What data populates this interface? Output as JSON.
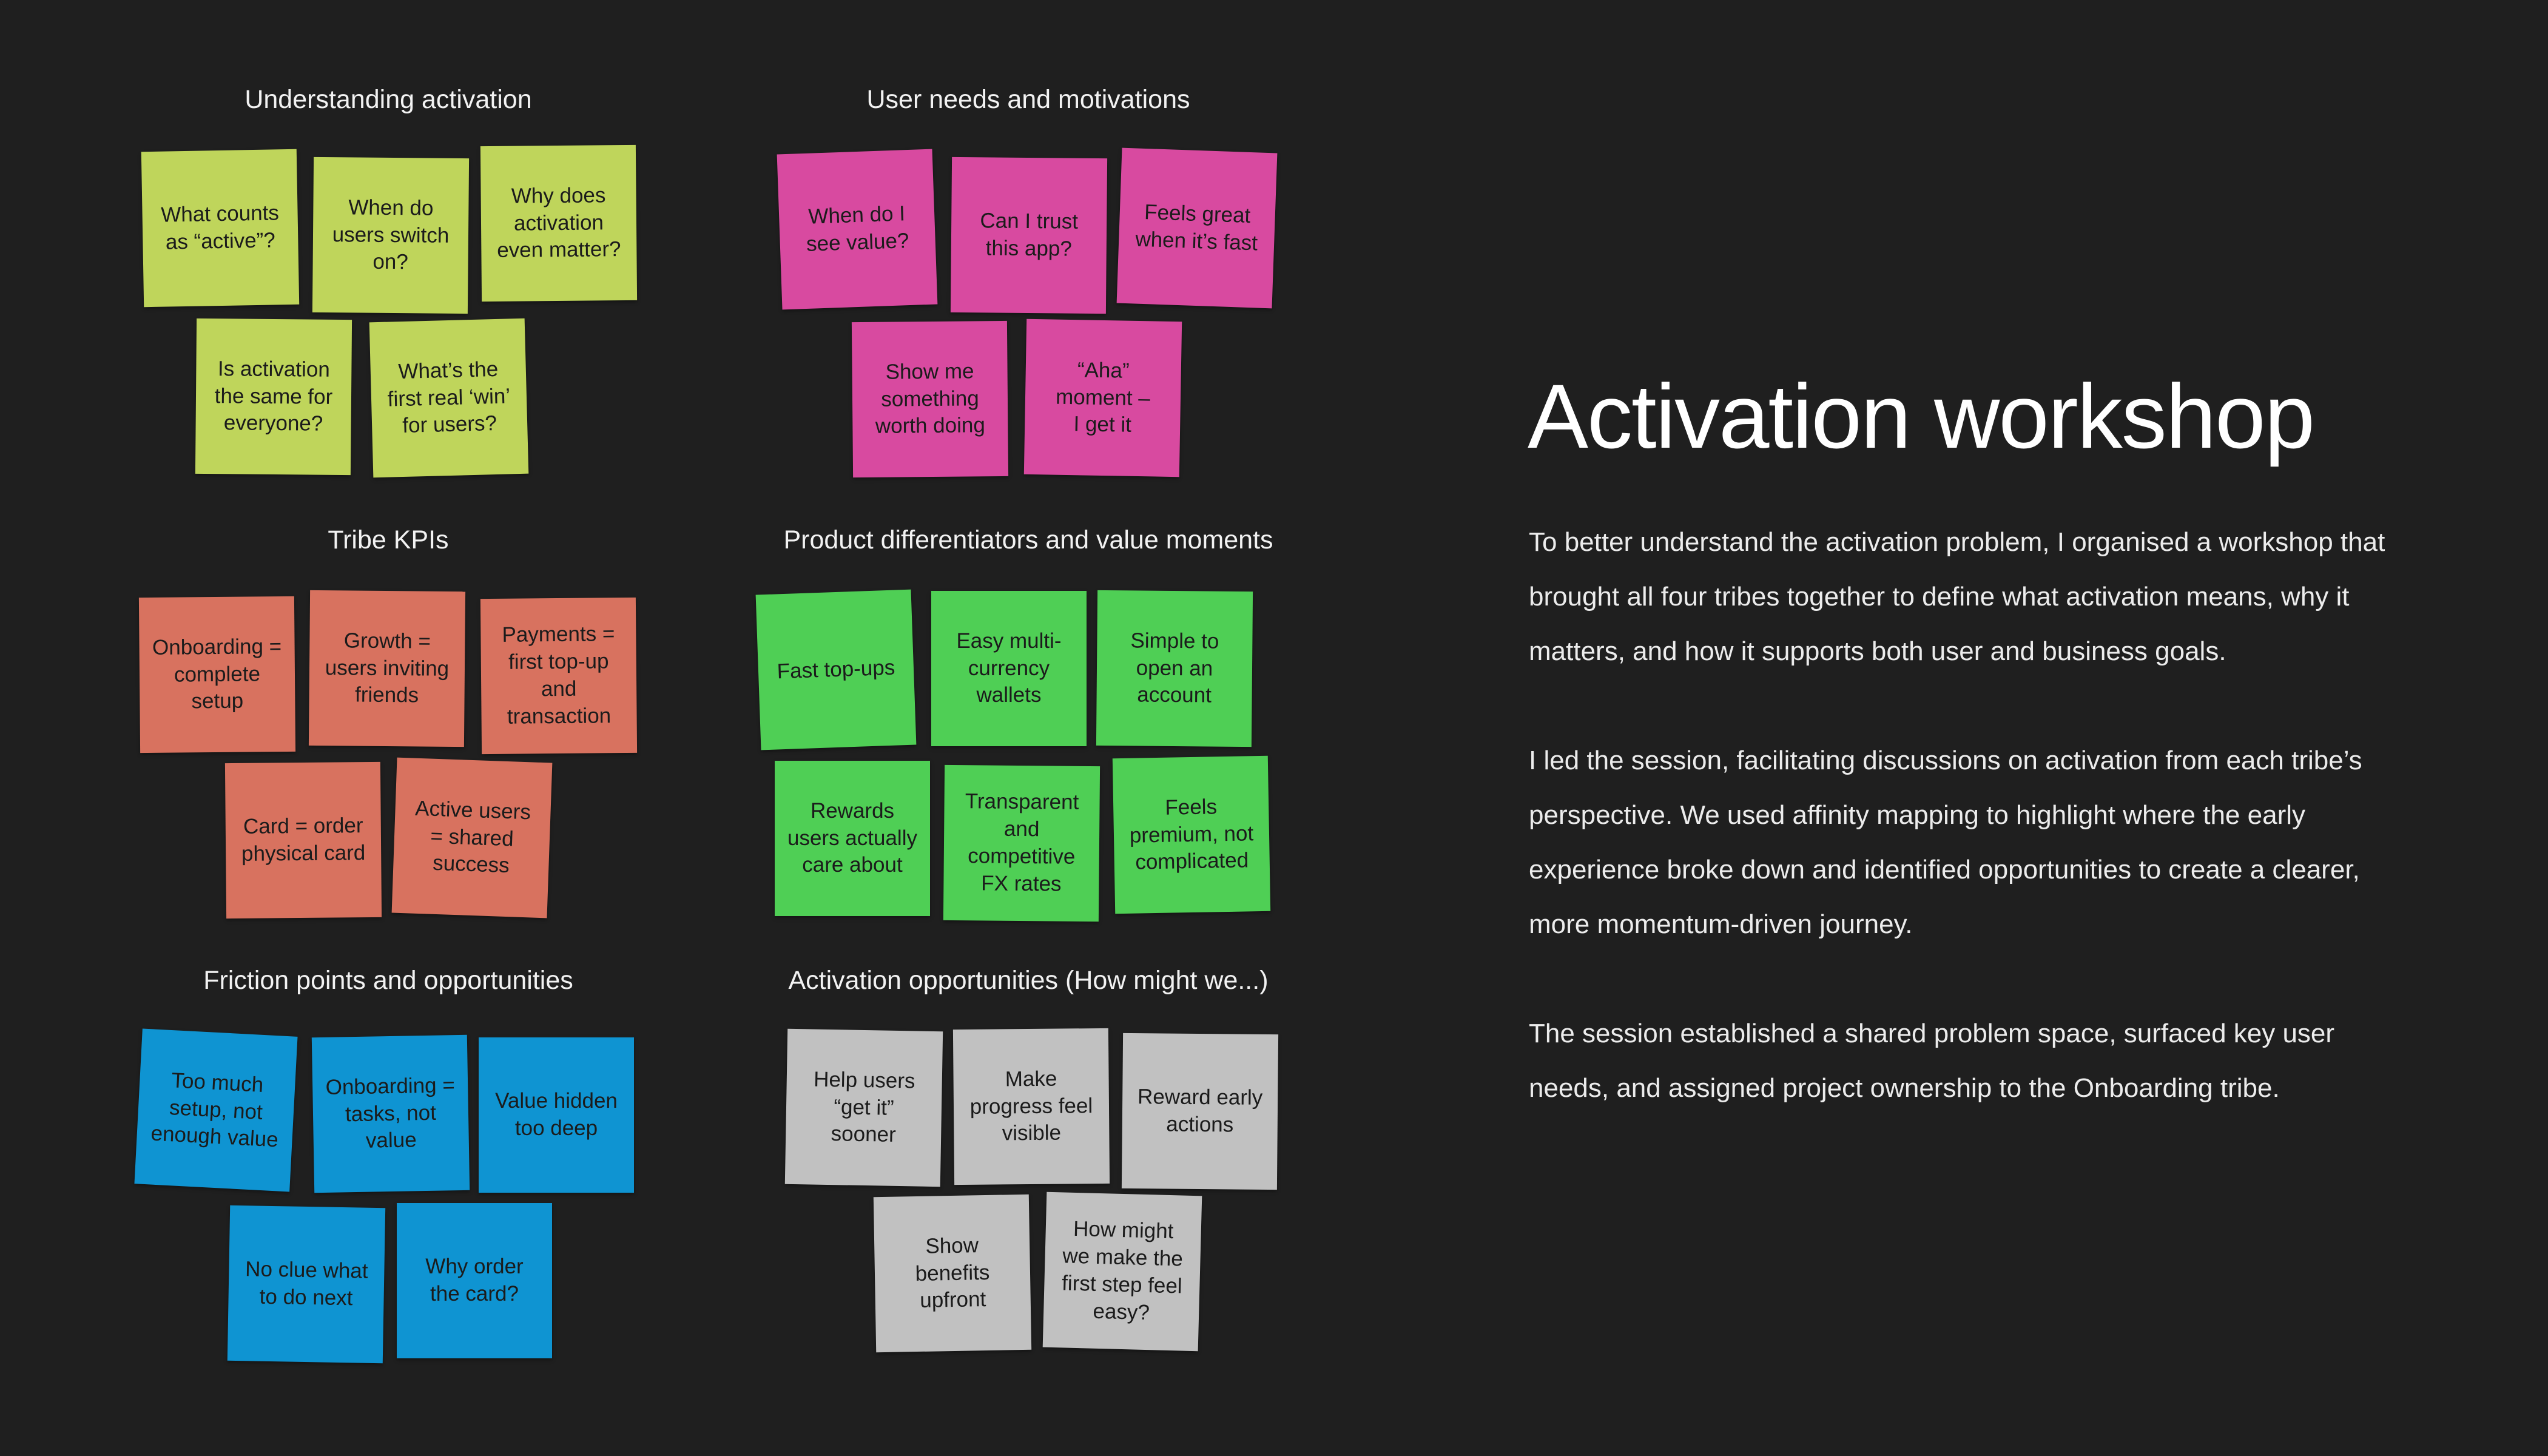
{
  "colors": {
    "background": "#1f1f1f",
    "lime": "#bfd55b",
    "pink": "#d84aa0",
    "salmon": "#d8725f",
    "green": "#4fcf55",
    "blue": "#0f94d2",
    "grey": "#c1c1c1"
  },
  "groups": [
    {
      "title": "Understanding activation",
      "notes": [
        "What counts\nas “active”?",
        "When do\nusers switch\non?",
        "Why does\nactivation\neven matter?",
        "Is activation\nthe same for\neveryone?",
        "What’s the\nfirst real ‘win’\nfor users?"
      ]
    },
    {
      "title": "User needs and motivations",
      "notes": [
        "When do I\nsee value?",
        "Can I trust\nthis app?",
        "Feels great\nwhen it’s fast",
        "Show me\nsomething\nworth doing",
        "“Aha”\nmoment –\nI get it"
      ]
    },
    {
      "title": "Tribe KPIs",
      "notes": [
        "Onboarding =\ncomplete\nsetup",
        "Growth =\nusers inviting\nfriends",
        "Payments =\nfirst top-up\nand\ntransaction",
        "Card = order\nphysical card",
        "Active users\n= shared\nsuccess"
      ]
    },
    {
      "title": "Product differentiators and value moments",
      "notes": [
        "Fast top-ups",
        "Easy multi-\ncurrency\nwallets",
        "Simple to\nopen an\naccount",
        "Rewards\nusers actually\ncare about",
        "Transparent\nand\ncompetitive\nFX rates",
        "Feels\npremium, not\ncomplicated"
      ]
    },
    {
      "title": "Friction points and opportunities",
      "notes": [
        "Too much\nsetup, not\nenough value",
        "Onboarding =\ntasks, not\nvalue",
        "Value hidden\ntoo deep",
        "No clue what\nto do next",
        "Why order\nthe card?"
      ]
    },
    {
      "title": "Activation opportunities (How might we...)",
      "notes": [
        "Help users\n“get it”\nsooner",
        "Make\nprogress feel\nvisible",
        "Reward early\nactions",
        "Show\nbenefits\nupfront",
        "How might\nwe make the\nfirst step feel\neasy?"
      ]
    }
  ],
  "workshop": {
    "title": "Activation workshop",
    "paragraphs": [
      "To better understand the activation problem, I organised a workshop that brought all four tribes together to define what activation means, why it matters, and how it supports both user and business goals.",
      "I led the session, facilitating discussions on activation from each tribe’s perspective. We used affinity mapping to highlight where the early experience broke down and identified opportunities to create a clearer, more momentum-driven journey.",
      "The session established a shared problem space, surfaced key user needs, and assigned project ownership to the Onboarding tribe."
    ]
  }
}
